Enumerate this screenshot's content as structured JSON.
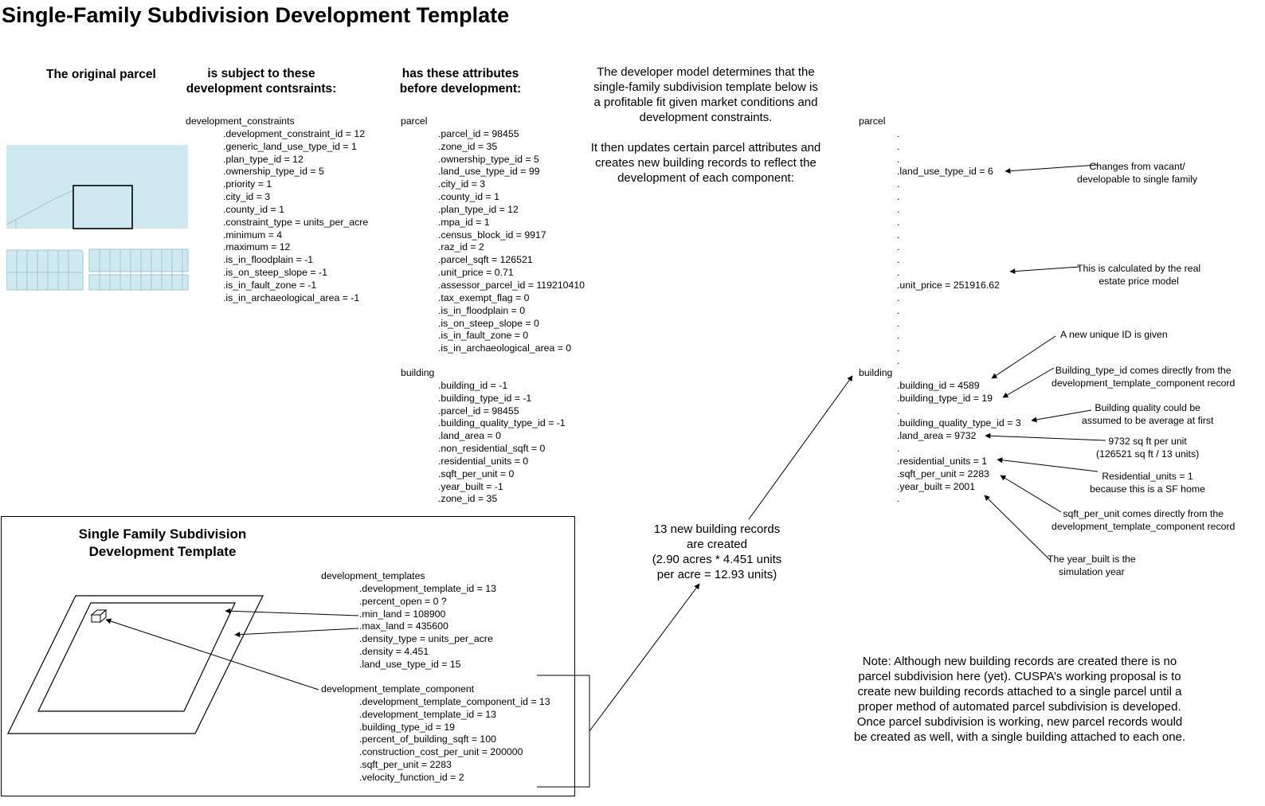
{
  "title": "Single-Family Subdivision Development Template",
  "headers": {
    "original_parcel": "The original parcel",
    "constraints": [
      "is subject to these",
      "development contsraints:"
    ],
    "attributes": [
      "has these attributes",
      "before development:"
    ]
  },
  "developer_text": {
    "p1": [
      "The developer model determines that the",
      "single-family subdivision template below is",
      "a profitable fit given market conditions and",
      "development constraints."
    ],
    "p2": [
      "It then updates certain parcel attributes and",
      "creates new building records to reflect the",
      "development of each component:"
    ]
  },
  "constraints_block": {
    "heading": "development_constraints",
    "rows": [
      ".development_constraint_id = 12",
      ".generic_land_use_type_id = 1",
      ".plan_type_id = 12",
      ".ownership_type_id = 5",
      ".priority = 1",
      ".city_id = 3",
      ".county_id = 1",
      ".constraint_type = units_per_acre",
      ".minimum = 4",
      ".maximum = 12",
      ".is_in_floodplain = -1",
      ".is_on_steep_slope = -1",
      ".is_in_fault_zone = -1",
      ".is_in_archaeological_area = -1"
    ]
  },
  "parcel_before": {
    "heading": "parcel",
    "rows": [
      ".parcel_id = 98455",
      ".zone_id = 35",
      ".ownership_type_id = 5",
      ".land_use_type_id = 99",
      ".city_id = 3",
      ".county_id = 1",
      ".plan_type_id = 12",
      ".mpa_id = 1",
      ".census_block_id = 9917",
      ".raz_id = 2",
      ".parcel_sqft = 126521",
      ".unit_price = 0.71",
      ".assessor_parcel_id = 119210410",
      ".tax_exempt_flag = 0",
      ".is_in_floodplain = 0",
      ".is_on_steep_slope = 0",
      ".is_in_fault_zone = 0",
      ".is_in_archaeological_area = 0"
    ]
  },
  "building_before": {
    "heading": "building",
    "rows": [
      ".building_id = -1",
      ".building_type_id = -1",
      ".parcel_id = 98455",
      ".building_quality_type_id = -1",
      ".land_area = 0",
      ".non_residential_sqft = 0",
      ".residential_units = 0",
      ".sqft_per_unit = 0",
      ".year_built = -1",
      ".zone_id = 35"
    ]
  },
  "parcel_after": {
    "heading": "parcel",
    "rows": [
      ".",
      ".",
      ".",
      ".land_use_type_id = 6",
      ".",
      ".",
      ".",
      ".",
      ".",
      ".",
      ".",
      ".",
      ".unit_price = 251916.62",
      ".",
      ".",
      ".",
      ".",
      ".",
      "."
    ]
  },
  "building_after": {
    "heading": "building",
    "rows": [
      ".building_id = 4589",
      ".building_type_id = 19",
      ".",
      ".building_quality_type_id = 3",
      ".land_area = 9732",
      ".",
      ".residential_units = 1",
      ".sqft_per_unit = 2283",
      ".year_built = 2001",
      "."
    ]
  },
  "annotations": {
    "land_use": [
      "Changes from vacant/",
      "developable to single family"
    ],
    "unit_price": [
      "This is calculated by the real",
      "estate price model"
    ],
    "new_id": [
      "A new unique ID is given"
    ],
    "building_type": [
      "Building_type_id comes directly from the",
      "development_template_component record"
    ],
    "quality": [
      "Building quality could be",
      "assumed to be average at first"
    ],
    "land_area": [
      "9732 sq ft per unit",
      "(126521 sq ft / 13 units)"
    ],
    "residential_units": [
      "Residential_units = 1",
      "because this is a SF home"
    ],
    "sqft_per_unit": [
      "sqft_per_unit comes directly from the",
      "development_template_component record"
    ],
    "year_built": [
      "The year_built is the",
      "simulation year"
    ]
  },
  "new_records": [
    "13 new building records",
    "are created",
    "(2.90 acres * 4.451 units",
    "per acre = 12.93 units)"
  ],
  "template_box": {
    "title": [
      "Single Family Subdivision",
      "Development Template"
    ],
    "templates": {
      "heading": "development_templates",
      "rows": [
        ".development_template_id = 13",
        ".percent_open = 0 ?",
        ".min_land = 108900",
        ".max_land = 435600",
        ".density_type = units_per_acre",
        ".density = 4.451",
        ".land_use_type_id = 15"
      ]
    },
    "component": {
      "heading": "development_template_component",
      "rows": [
        ".development_template_component_id = 13",
        ".development_template_id = 13",
        ".building_type_id = 19",
        ".percent_of_building_sqft = 100",
        ".construction_cost_per_unit = 200000",
        ".sqft_per_unit = 2283",
        ".velocity_function_id = 2"
      ]
    }
  },
  "note": [
    "Note: Although new building records are created there is no",
    "parcel subdivision here (yet).  CUSPA’s working proposal is to",
    "create new building records attached to a single parcel until a",
    "proper method of automated parcel subdivision is developed.",
    "Once parcel subdivision is working, new parcel records would",
    "be created as well, with a single building attached to each one."
  ],
  "colors": {
    "map_fill": "#cfe9f0",
    "map_line": "#9cc6d2",
    "ink": "#000000"
  }
}
